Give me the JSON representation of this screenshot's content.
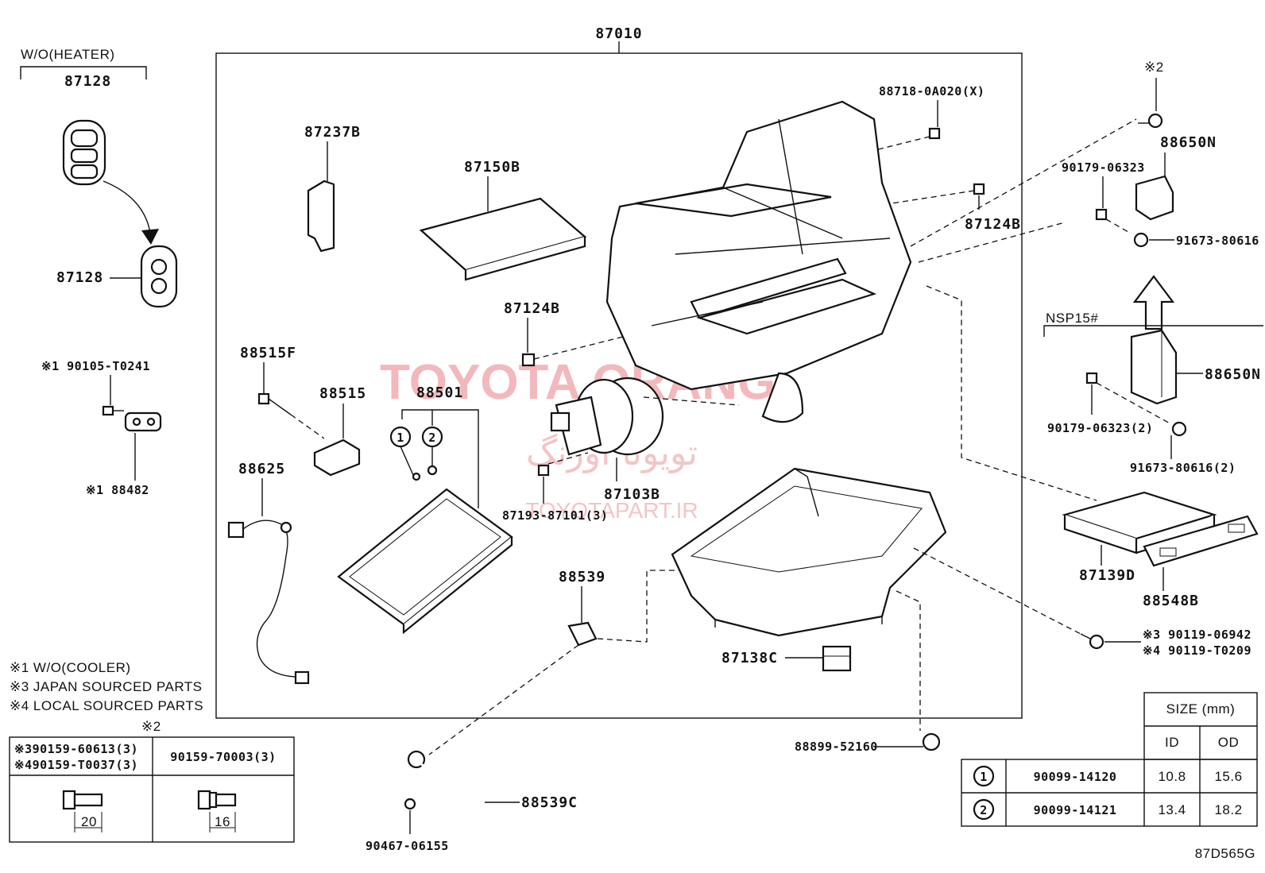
{
  "diagram": {
    "assembly_label": "87010",
    "footer_code": "87D565G",
    "watermark": {
      "brand": "TOYOTA ORANG",
      "farsi": "تویوتا اورنگ",
      "site": "TOYOTAPART.IR"
    },
    "group_labels": {
      "wo_heater": "W/O(HEATER)",
      "nsp15": "NSP15#",
      "mark2": "※2"
    },
    "parts": {
      "p87128_top": "87128",
      "p87128_bot": "87128",
      "p90105": "※1 90105-T0241",
      "p88482": "※1 88482",
      "p87237b": "87237B",
      "p87150b": "87150B",
      "p88718": "88718-0A020(X)",
      "p87124b_r": "87124B",
      "p87124b_l": "87124B",
      "p88515f": "88515F",
      "p88515": "88515",
      "p88501": "88501",
      "p88625": "88625",
      "p87103b": "87103B",
      "p87193": "87193-87101(3)",
      "p88539": "88539",
      "p87138c": "87138C",
      "p88899": "88899-52160",
      "p88539c": "88539C",
      "p90467": "90467-06155",
      "p88650n_top": "88650N",
      "p90179_top": "90179-06323",
      "p91673_top": "91673-80616",
      "p88650n_bot": "88650N",
      "p90179_bot": "90179-06323(2)",
      "p91673_bot": "91673-80616(2)",
      "p87139d": "87139D",
      "p88548b": "88548B",
      "p90119a": "※3 90119-06942",
      "p90119b": "※4 90119-T0209"
    },
    "callouts": [
      "1",
      "2"
    ]
  },
  "notes": [
    "※1 W/O(COOLER)",
    "※3 JAPAN SOURCED PARTS",
    "※4 LOCAL SOURCED PARTS"
  ],
  "bolt_table": {
    "mark": "※2",
    "col1_line1": "※390159-60613(3)",
    "col1_line2": "※490159-T0037(3)",
    "col2": "90159-70003(3)",
    "dim1": "20",
    "dim2": "16"
  },
  "size_table": {
    "header": "SIZE (mm)",
    "col_id": "ID",
    "col_od": "OD",
    "rows": [
      {
        "mark": "1",
        "part": "90099-14120",
        "id": "10.8",
        "od": "15.6"
      },
      {
        "mark": "2",
        "part": "90099-14121",
        "id": "13.4",
        "od": "18.2"
      }
    ]
  }
}
